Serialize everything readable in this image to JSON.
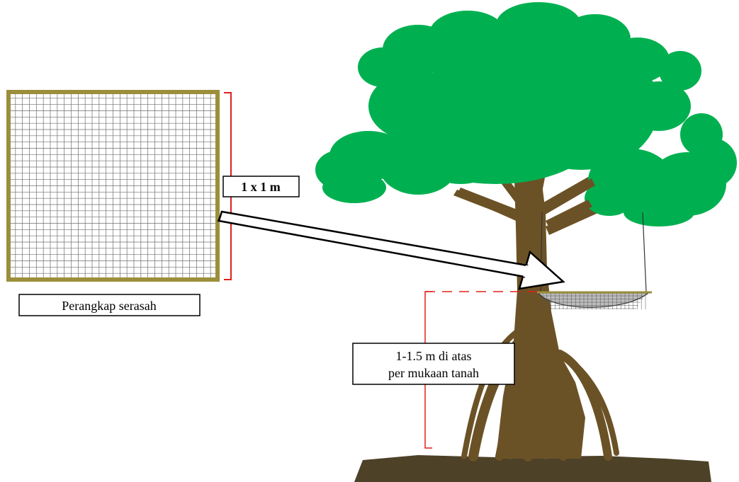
{
  "labels": {
    "size": "1 x 1 m",
    "trap": "Perangkap serasah",
    "height_line1": "1-1.5 m di atas",
    "height_line2": "per mukaan tanah"
  },
  "colors": {
    "trap_frame": "#9b8f3c",
    "grid_line": "#6f6f6f",
    "foliage": "#00b050",
    "trunk": "#6b5226",
    "ground": "#4d4128",
    "dimension_red": "#e0201c",
    "arrow_fill": "#ffffff",
    "arrow_stroke": "#000000"
  },
  "icons": {
    "tree": "mangrove-tree-icon",
    "trap": "litter-trap-grid-icon",
    "arrow": "right-arrow-icon"
  }
}
